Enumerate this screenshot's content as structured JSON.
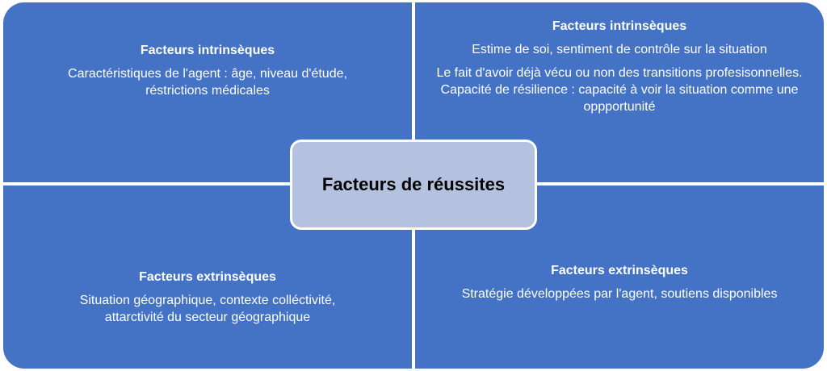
{
  "center": {
    "label": "Facteurs de réussites"
  },
  "quadrants": {
    "top_left": {
      "title": "Facteurs intrinsèques",
      "paragraphs": [
        "Caractéristiques de l'agent : âge, niveau d'étude, réstrictions médicales"
      ]
    },
    "top_right": {
      "title": "Facteurs intrinsèques",
      "paragraphs": [
        "Estime de soi, sentiment de contrôle sur la situation",
        "Le fait d'avoir déjà vécu ou non des transitions profesisonnelles. Capacité de résilience : capacité à voir la situation comme une oppportunité"
      ]
    },
    "bottom_left": {
      "title": "Facteurs extrinsèques",
      "paragraphs": [
        "Situation géographique, contexte colléctivité, attarctivité du secteur géographique"
      ]
    },
    "bottom_right": {
      "title": "Facteurs extrinsèques",
      "paragraphs": [
        "Stratégie développées par l'agent, soutiens disponibles"
      ]
    }
  },
  "colors": {
    "quadrant_fill": "#4472c4",
    "center_fill": "#b4c2e0",
    "divider": "#ffffff"
  }
}
